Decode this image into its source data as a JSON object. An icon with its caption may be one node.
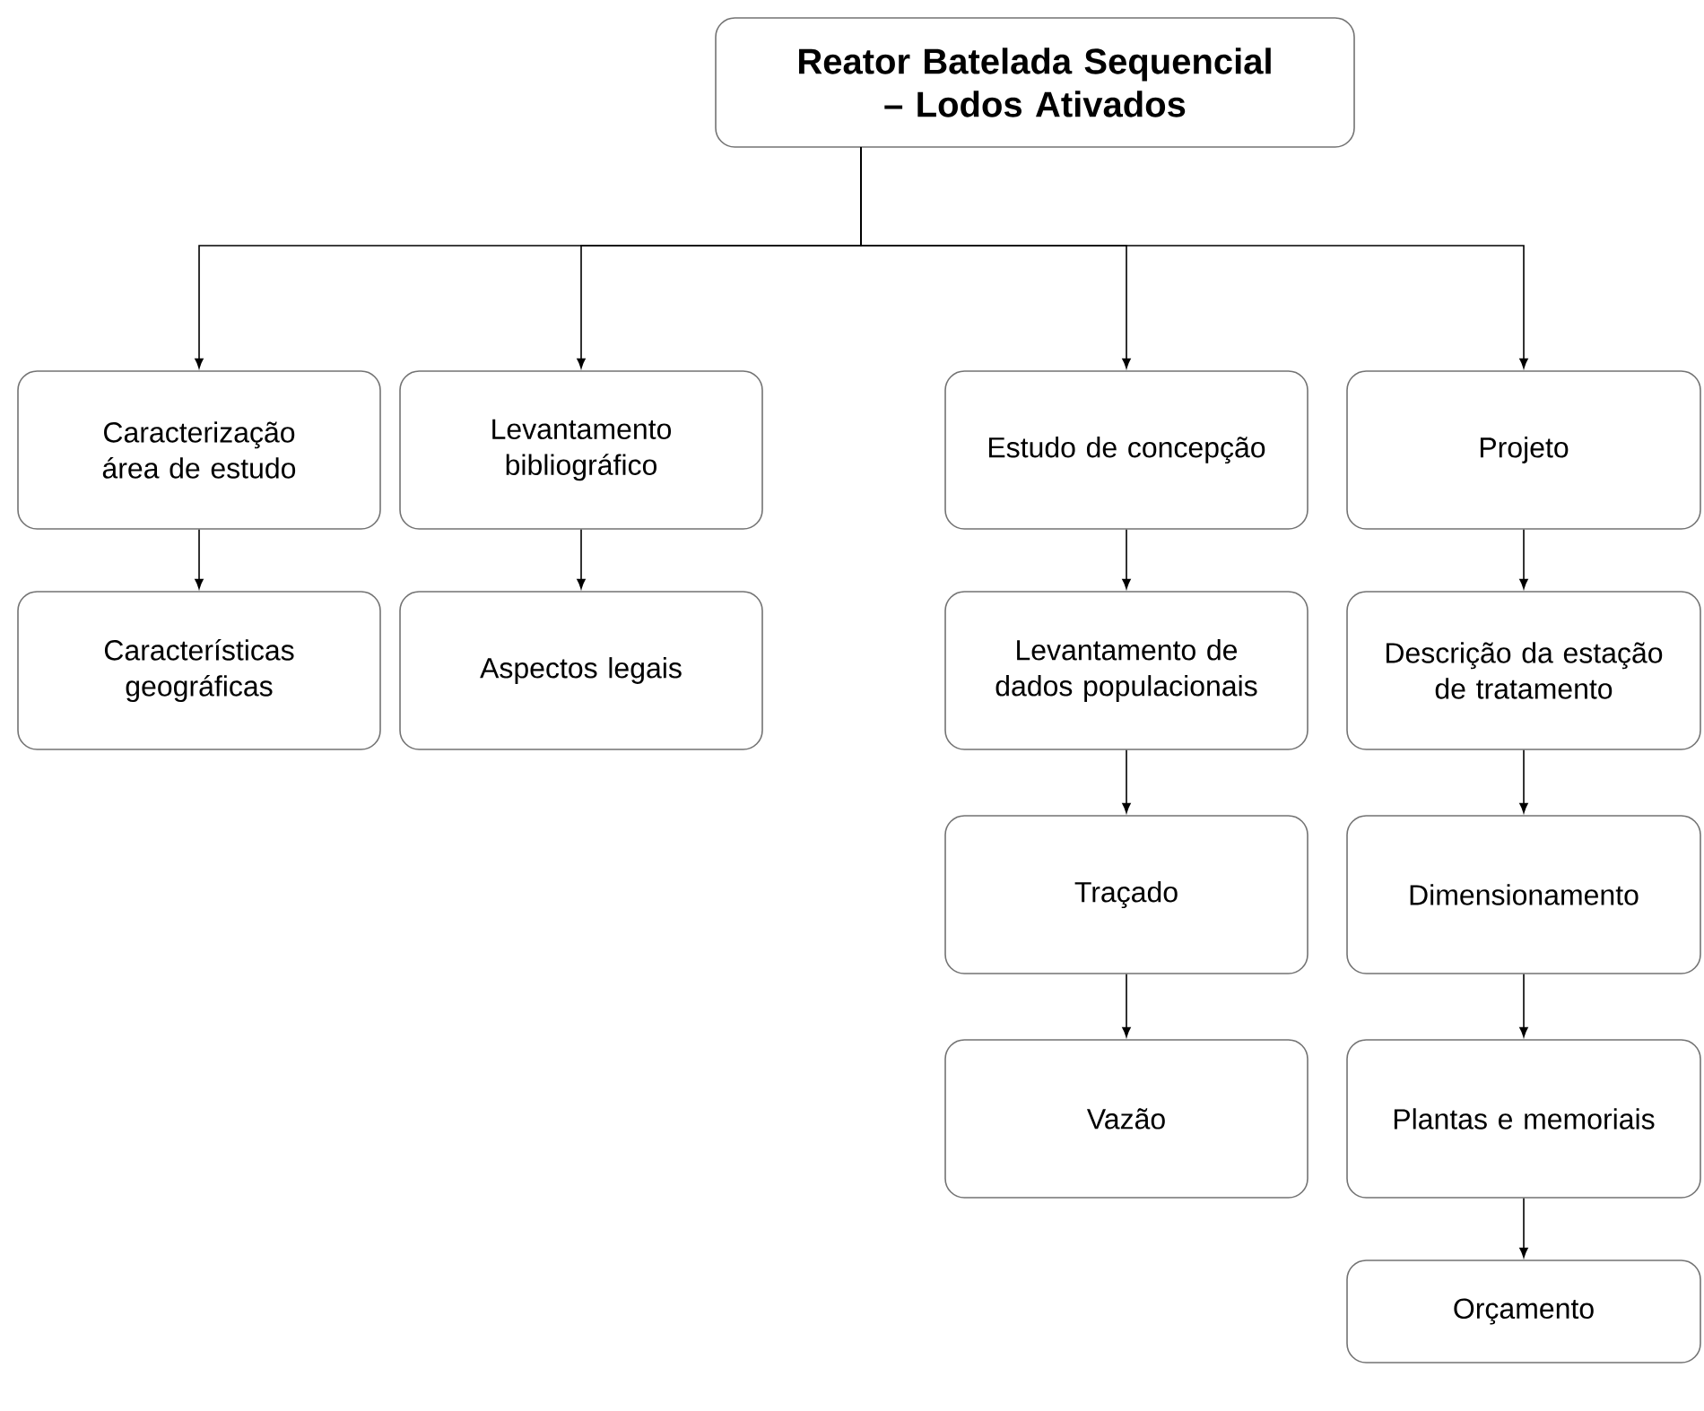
{
  "diagram": {
    "nodes": [
      {
        "text": [
          "Reator Batelada Sequencial – Lodos Ativados"
        ]
      },
      {
        "text": [
          "Caracterização área de estudo"
        ]
      },
      {
        "text": [
          "Levantamento bibliográfico"
        ]
      },
      {
        "text": [
          "Estudo de concepção"
        ]
      },
      {
        "text": [
          "Projeto"
        ]
      },
      {
        "text": [
          "Características geográficas"
        ]
      },
      {
        "text": [
          "Aspectos legais"
        ]
      },
      {
        "text": [
          "Levantamento de dados populacionais"
        ]
      },
      {
        "text": [
          "Descrição da estação de tratamento"
        ]
      },
      {
        "text": [
          "Traçado"
        ]
      },
      {
        "text": [
          "Dimensionamento"
        ]
      },
      {
        "text": [
          "Vazão"
        ]
      },
      {
        "text": [
          "Plantas e memoriais"
        ]
      },
      {
        "text": [
          "Orçamento"
        ]
      }
    ],
    "edges": [
      {
        "from": 0,
        "to": 1,
        "arrow": "to"
      },
      {
        "from": 0,
        "to": 2,
        "arrow": "to"
      },
      {
        "from": 0,
        "to": 3,
        "arrow": "to"
      },
      {
        "from": 0,
        "to": 4,
        "arrow": "to"
      },
      {
        "from": 1,
        "to": 5,
        "arrow": "to"
      },
      {
        "from": 2,
        "to": 6,
        "arrow": "to"
      },
      {
        "from": 3,
        "to": 7,
        "arrow": "to"
      },
      {
        "from": 4,
        "to": 8,
        "arrow": "to"
      },
      {
        "from": 7,
        "to": 9,
        "arrow": "to"
      },
      {
        "from": 8,
        "to": 10,
        "arrow": "to"
      },
      {
        "from": 9,
        "to": 11,
        "arrow": "to"
      },
      {
        "from": 10,
        "to": 12,
        "arrow": "to"
      },
      {
        "from": 12,
        "to": 13,
        "arrow": "to"
      }
    ]
  }
}
